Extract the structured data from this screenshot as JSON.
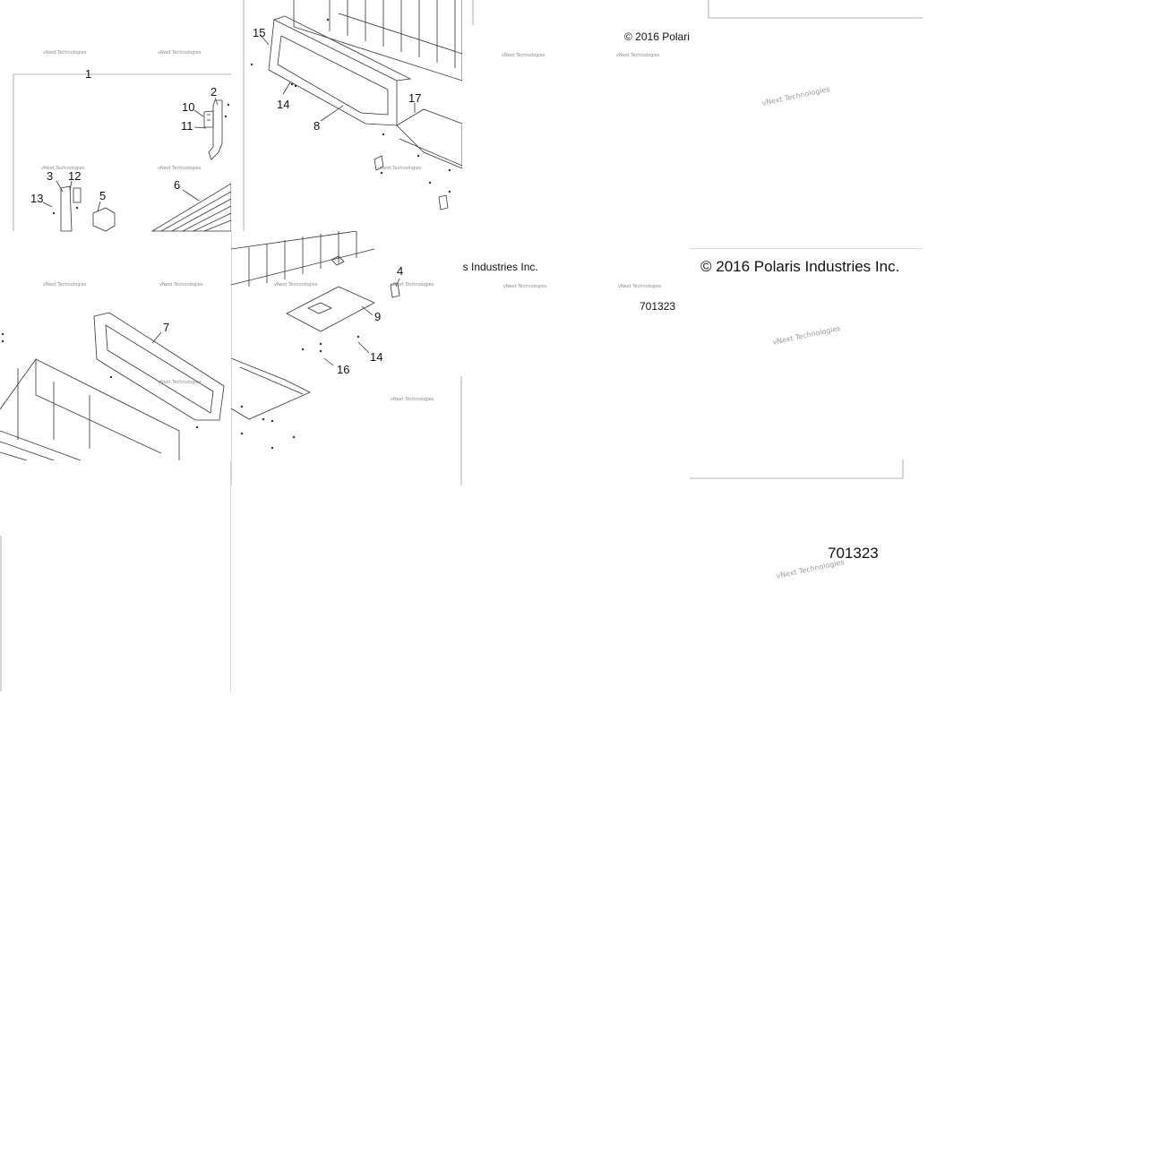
{
  "labels": {
    "l1": "1",
    "l2": "2",
    "l3": "3",
    "l4": "4",
    "l5": "5",
    "l6": "6",
    "l7": "7",
    "l8": "8",
    "l9": "9",
    "l10": "10",
    "l11": "11",
    "l12": "12",
    "l13": "13",
    "l14a": "14",
    "l14b": "14",
    "l15": "15",
    "l16": "16",
    "l17": "17"
  },
  "copyright": {
    "fragment_top": "© 2016 Polari",
    "fragment_mid": "is Industries Inc.",
    "full": "© 2016 Polaris Industries Inc."
  },
  "part_number": {
    "small": "701323",
    "large": "701323"
  },
  "watermark": {
    "text": "vNext Technologies"
  },
  "colors": {
    "line": "#333333",
    "frame": "#9a9a9a",
    "background": "#ffffff"
  }
}
